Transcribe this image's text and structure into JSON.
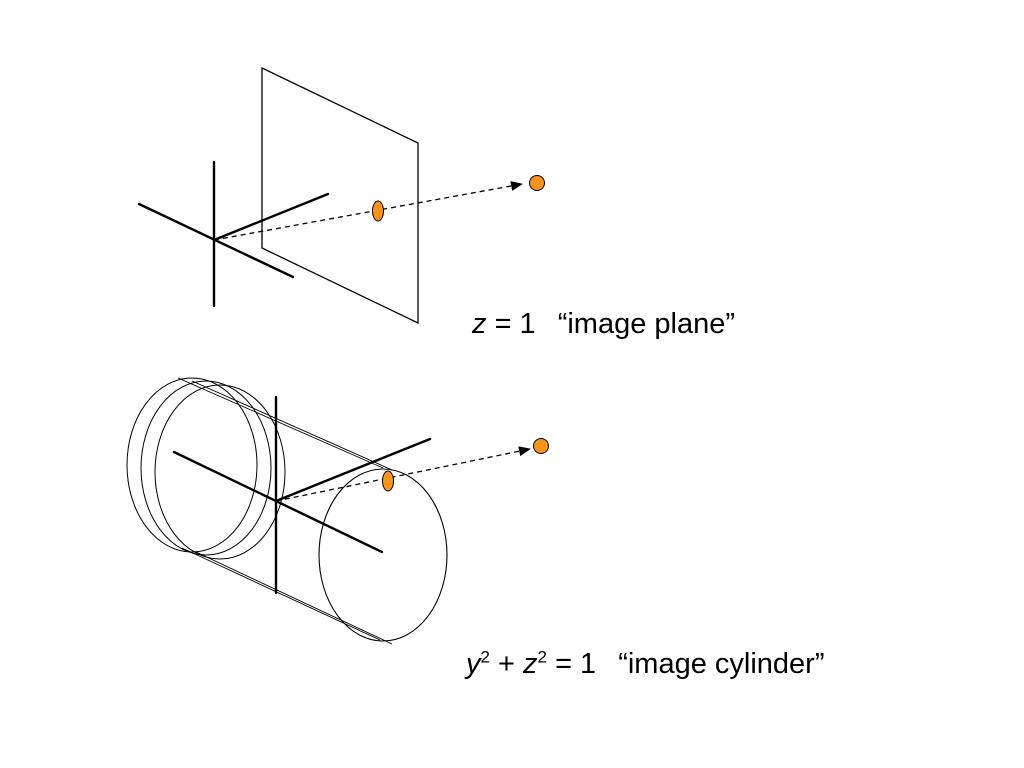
{
  "plane_label": {
    "var": "z",
    "rest": "= 1",
    "name": "“image plane”"
  },
  "cylinder_label": {
    "var_y": "y",
    "exp_y": "2",
    "plus": "+",
    "var_z": "z",
    "exp_z": "2",
    "rest": "= 1",
    "name": "“image cylinder”"
  },
  "colors": {
    "point_fill": "#f7941d",
    "point_stroke": "#000000",
    "line": "#000000",
    "background": "#ffffff"
  }
}
